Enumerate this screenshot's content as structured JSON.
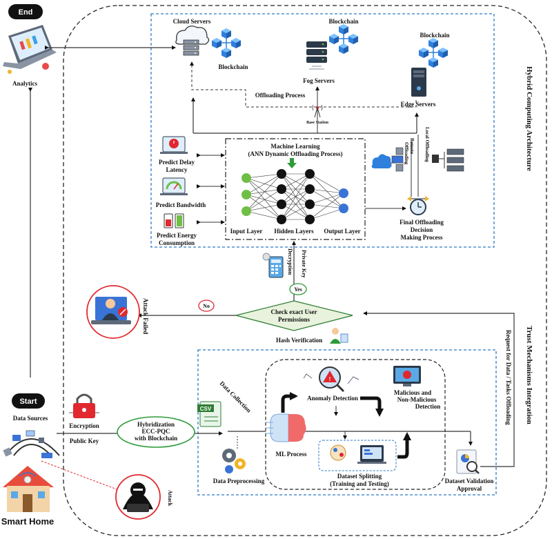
{
  "labels": {
    "end": "End",
    "start": "Start",
    "analytics": "Analytics",
    "data_sources": "Data Sources",
    "smart_home": "Smart Home",
    "encryption": "Encryption",
    "public_key": "Public Key",
    "hybridization": [
      "Hybridization",
      "ECC-PQC",
      "with Blockchain"
    ],
    "attack": "Attack",
    "attack_failed": "Attack Failed",
    "no": "No",
    "yes": "Yes",
    "check_permissions": [
      "Check exact User",
      "Permissions"
    ],
    "hash_verification": "Hash Verification",
    "decryption": "Decryption",
    "private_key": "Private Key",
    "request_offloading": "Request for Data / Tasks  Offloading",
    "hybrid_architecture": "Hybrid Computing  Architecture",
    "trust_mechanisms": "Trust Mechanisms Integration",
    "cloud_servers": "Cloud Servers",
    "blockchain": "Blockchain",
    "fog_servers": "Fog Servers",
    "edge_servers": "Edge Servers",
    "offloading_process": "Offloading Process",
    "base_station": "Base Station",
    "ml_title": [
      "Machine Learning",
      "(ANN Dynamic  Offloading Process)"
    ],
    "input_layer": "Input Layer",
    "hidden_layers": "Hidden Layers",
    "output_layer": "Output Layer",
    "predict_delay": [
      "Predict Delay",
      "Latency"
    ],
    "predict_bandwidth": "Predict Bandwidth",
    "predict_energy": [
      "Predict Energy",
      "Consumption"
    ],
    "remote_offloading": [
      "Remote",
      "Offloading"
    ],
    "local_offloading": "Local Offloading",
    "final_decision": [
      "Final Offloading",
      "Decision",
      "Making Process"
    ],
    "data_collection": "Data Collection",
    "csv": "CSV",
    "data_preprocessing": "Data Preprocessing",
    "ml_process": "ML Process",
    "anomaly_detection": "Anomaly Detection",
    "malicious": [
      "Malicious and",
      "Non-Malicious",
      "Detection"
    ],
    "dataset_splitting": [
      "Dataset Splitting",
      "(Training and Testing)"
    ],
    "dataset_validation": [
      "Dataset Validation",
      "Approval"
    ]
  },
  "colors": {
    "blue_border": "#2b78c5",
    "green_oval": "#2e9b3a",
    "red_circle": "#e0282e",
    "node_green": "#6fbf45",
    "node_black": "#111111",
    "node_blue": "#3a73d6",
    "blockchain_blue": "#3c8be8",
    "start_end_fill": "#111111"
  },
  "icons": [
    "laptop-analytics-icon",
    "smart-home-icon",
    "hacker-icon",
    "lock-icon",
    "cloud-server-icon",
    "blockchain-icon",
    "fog-server-icon",
    "edge-server-icon",
    "base-station-icon",
    "delay-icon",
    "bandwidth-icon",
    "battery-icon",
    "clock-icon",
    "csv-icon",
    "gears-icon",
    "ml-brain-icon",
    "anomaly-icon",
    "bug-monitor-icon",
    "dataset-split-icon",
    "validation-icon",
    "user-verify-icon",
    "keypad-icon",
    "attack-failed-icon"
  ]
}
